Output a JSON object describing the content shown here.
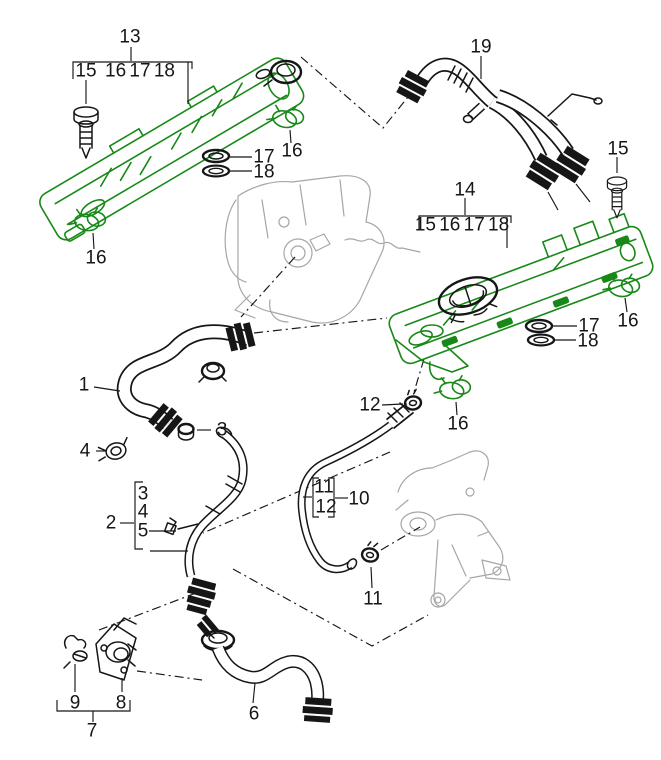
{
  "colors": {
    "highlight_green": "#188818",
    "ink": "#161616",
    "sketch_gray": "#a6a6a6",
    "paper": "#ffffff"
  },
  "callouts": {
    "c13": "13",
    "c13_15": "15",
    "c13_row": "16 17 18",
    "c16_tl_side": "16",
    "c17_left": "17",
    "c18_left": "18",
    "c16_tl_bottom": "16",
    "c19": "19",
    "c14": "14",
    "c14_row": "15 16 17 18",
    "c15_right": "15",
    "c17_right": "17",
    "c18_right": "18",
    "c16_right_side": "16",
    "c16_mid": "16",
    "c12_clamp": "12",
    "c1": "1",
    "c3_cap": "3",
    "c4_clamp": "4",
    "c2": "2",
    "c2_item3": "3",
    "c2_item4": "4",
    "c2_item5": "5",
    "c10_item11": "11",
    "c10_item12": "12",
    "c10": "10",
    "c11_clamp": "11",
    "c6": "6",
    "c9": "9",
    "c8": "8",
    "c7": "7"
  }
}
